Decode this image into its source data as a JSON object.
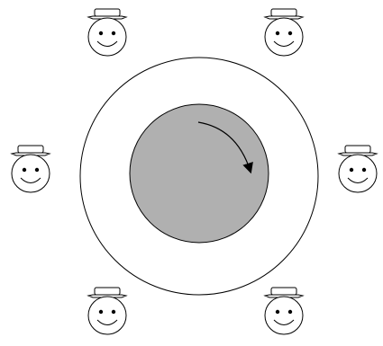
{
  "diagram": {
    "table": {
      "outer_ring_fill": "#ffffff",
      "turntable_fill": "#b0b0b0",
      "stroke_color": "#000000",
      "rotation_direction": "clockwise"
    },
    "people": {
      "count": 6,
      "icon": "smiling-face-with-cap-icon",
      "expression": "smiling",
      "fill": "#ffffff",
      "stroke_color": "#000000",
      "arrangement": [
        "top-left",
        "top-right",
        "middle-left",
        "middle-right",
        "bottom-left",
        "bottom-right"
      ]
    }
  }
}
